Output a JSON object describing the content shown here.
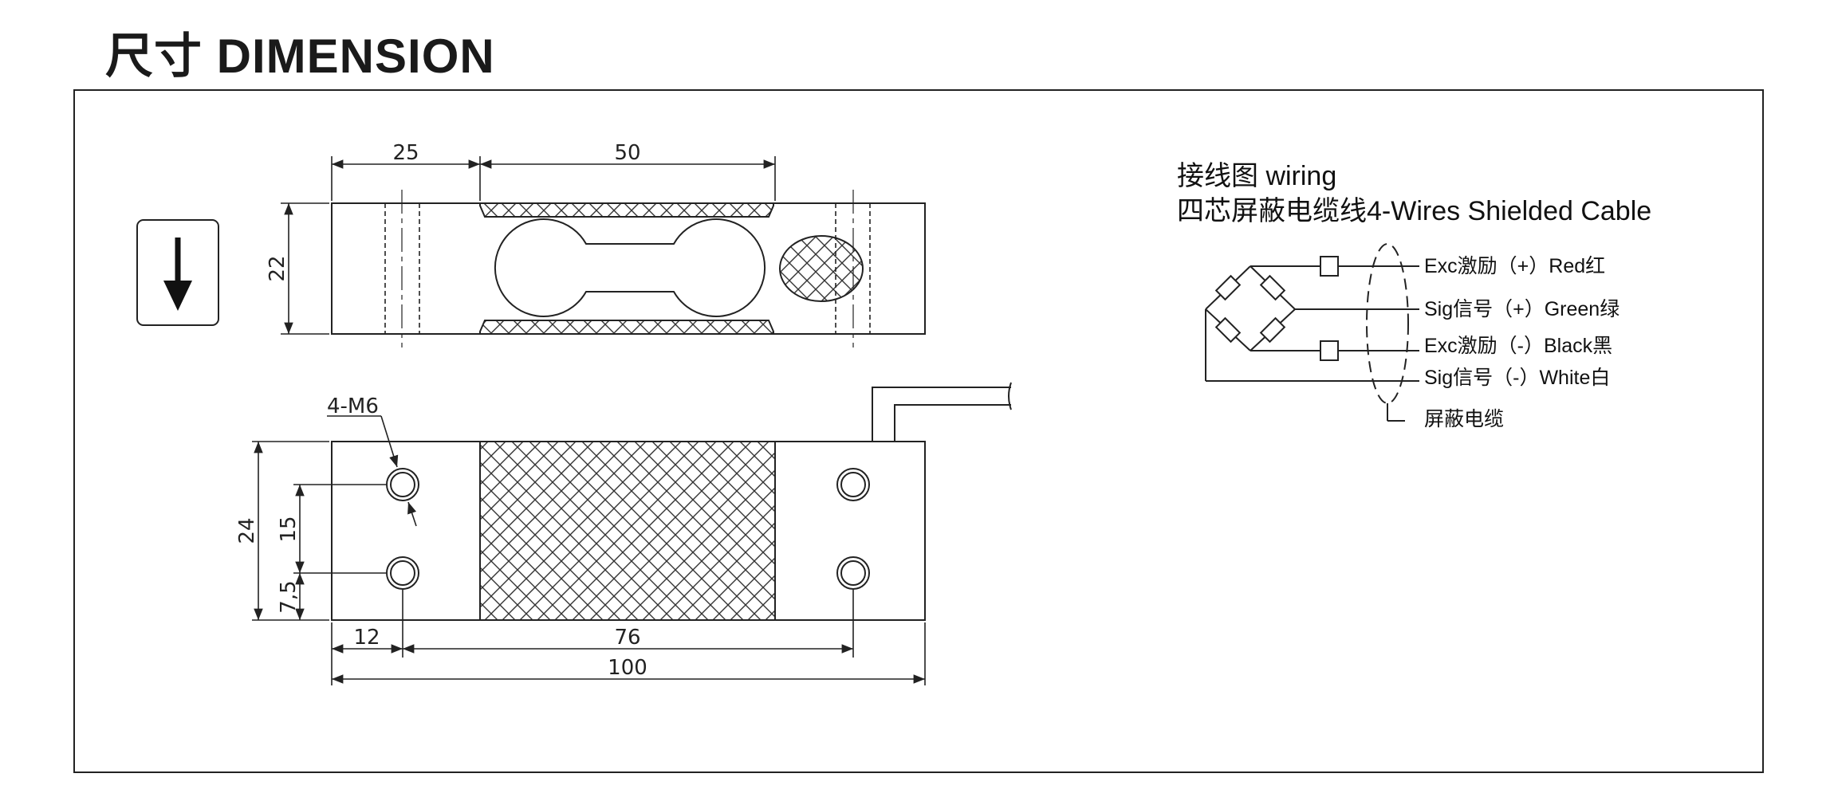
{
  "title": "尺寸 DIMENSION",
  "top_view": {
    "dim_25": "25",
    "dim_50": "50",
    "dim_22": "22"
  },
  "side_view": {
    "thread": "4-M6",
    "dim_24": "24",
    "dim_15": "15",
    "dim_7_5": "7,5",
    "dim_12": "12",
    "dim_76": "76",
    "dim_100": "100"
  },
  "load_direction_icon": "down-arrow-icon",
  "wiring": {
    "heading": "接线图 wiring",
    "subheading": "四芯屏蔽电缆线4-Wires Shielded Cable",
    "lines": [
      "Exc激励（+）Red红",
      "Sig信号（+）Green绿",
      "Exc激励（-）Black黑",
      "Sig信号（-）White白"
    ],
    "shield": "屏蔽电缆"
  }
}
